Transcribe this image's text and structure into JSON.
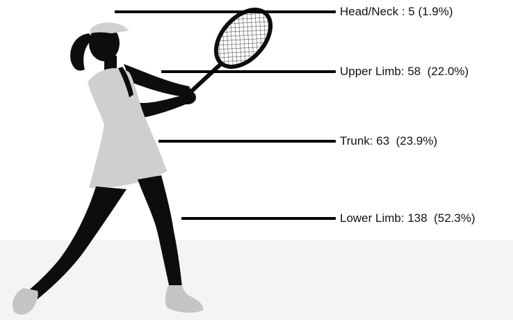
{
  "colors": {
    "silhouette": "#0d0d0d",
    "dress": "#cfcfcf",
    "shoes": "#c4c4c4",
    "floor": "#f4f4f4",
    "line": "#000000"
  },
  "regions": [
    {
      "name": "Head/Neck",
      "text": "Head/Neck : 5 (1.9%)",
      "count": 5,
      "percent": 1.9
    },
    {
      "name": "Upper Limb",
      "text": "Upper Limb: 58  (22.0%)",
      "count": 58,
      "percent": 22.0
    },
    {
      "name": "Trunk",
      "text": "Trunk: 63  (23.9%)",
      "count": 63,
      "percent": 23.9
    },
    {
      "name": "Lower Limb",
      "text": "Lower Limb: 138  (52.3%)",
      "count": 138,
      "percent": 52.3
    }
  ]
}
